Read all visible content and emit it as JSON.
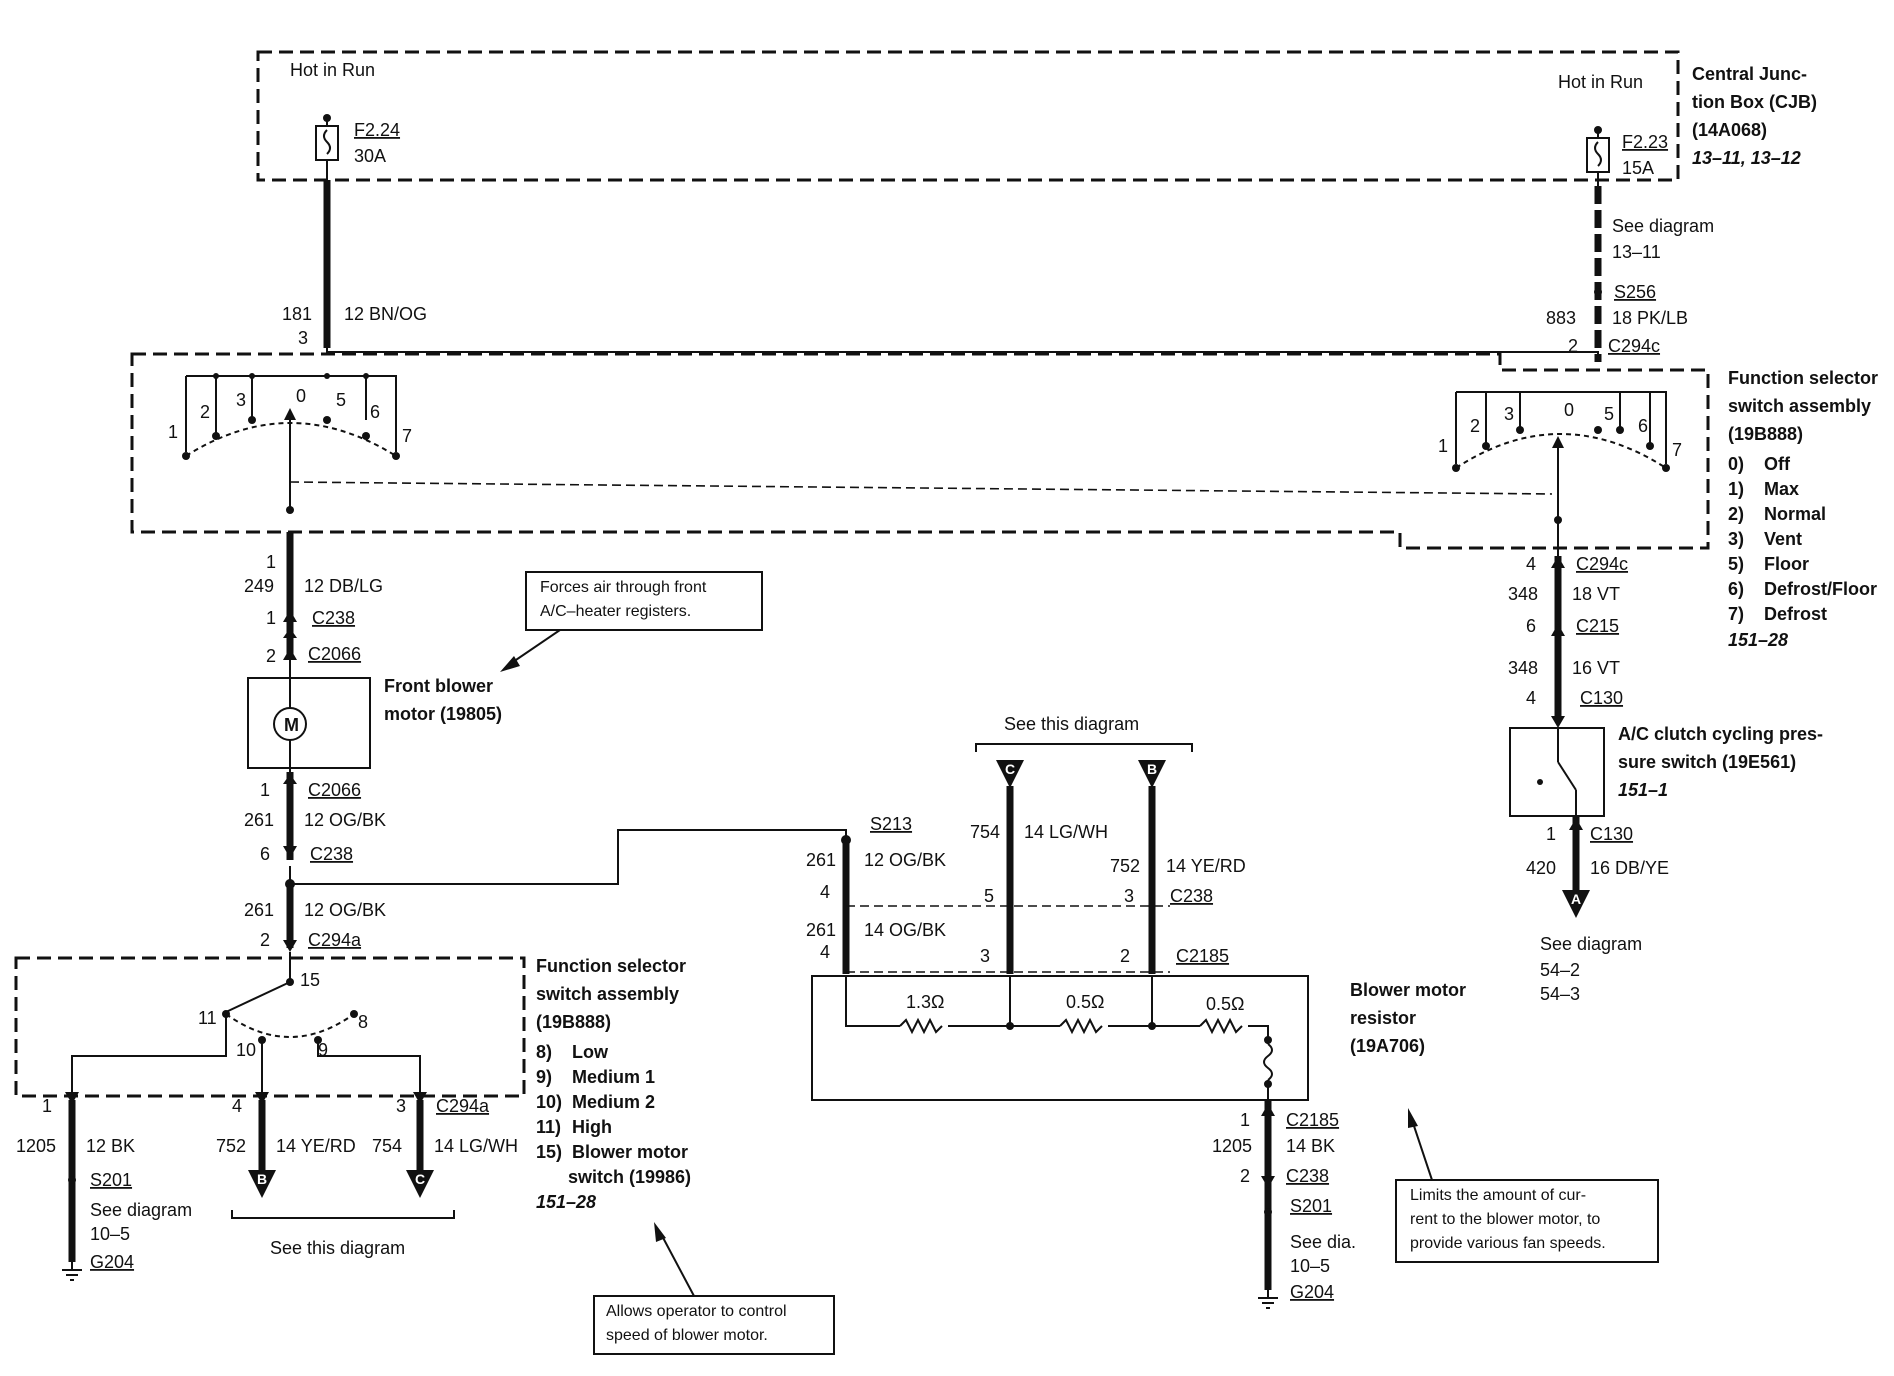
{
  "cjb": {
    "hot_left": "Hot in Run",
    "hot_right": "Hot in Run",
    "fuse_left_id": "F2.24",
    "fuse_left_rating": "30A",
    "fuse_right_id": "F2.23",
    "fuse_right_rating": "15A",
    "title_1": "Central Junc-",
    "title_2": "tion Box (CJB)",
    "part": "(14A068)",
    "refs": "13–11, 13–12"
  },
  "left_feed": {
    "circuit": "181",
    "pin": "3",
    "wire": "12 BN/OG"
  },
  "right_feed": {
    "see_1": "See diagram",
    "see_2": "13–11",
    "splice": "S256",
    "circuit": "883",
    "wire": "18 PK/LB",
    "pin": "2",
    "connector": "C294c"
  },
  "fss_upper": {
    "title_1": "Function selector",
    "title_2": "switch assembly",
    "part": "(19B888)",
    "modes": [
      {
        "num": "0)",
        "label": "Off"
      },
      {
        "num": "1)",
        "label": "Max"
      },
      {
        "num": "2)",
        "label": "Normal"
      },
      {
        "num": "3)",
        "label": "Vent"
      },
      {
        "num": "5)",
        "label": "Floor"
      },
      {
        "num": "6)",
        "label": "Defrost/Floor"
      },
      {
        "num": "7)",
        "label": "Defrost"
      }
    ],
    "ref": "151–28",
    "positions": [
      "1",
      "2",
      "3",
      "0",
      "5",
      "6",
      "7"
    ]
  },
  "left_chain": {
    "p1": "1",
    "c249": "249",
    "w249": "12 DB/LG",
    "p1b": "1",
    "c238a": "C238",
    "p2": "2",
    "c2066a": "C2066",
    "motor_symbol": "M",
    "motor_1": "Front blower",
    "motor_2": "motor (19805)",
    "p1c": "1",
    "c2066b": "C2066",
    "c261a": "261",
    "w261a": "12 OG/BK",
    "p6": "6",
    "c238b": "C238",
    "c261b": "261",
    "w261b": "12 OG/BK",
    "p2b": "2",
    "c294a": "C294a"
  },
  "note_forces": {
    "line_1": "Forces air through front",
    "line_2": "A/C–heater registers."
  },
  "right_chain": {
    "p4": "4",
    "c294c": "C294c",
    "c348a": "348",
    "w348a": "18 VT",
    "p6": "6",
    "c215": "C215",
    "c348b": "348",
    "w348b": "16 VT",
    "p4b": "4",
    "c130a": "C130",
    "switch_1": "A/C clutch cycling pres-",
    "switch_2": "sure switch (19E561)",
    "switch_ref": "151–1",
    "p1": "1",
    "c130b": "C130",
    "c420": "420",
    "w420": "16 DB/YE",
    "arrow": "A",
    "see_1": "See diagram",
    "see_2": "54–2",
    "see_3": "54–3"
  },
  "fss_lower": {
    "title_1": "Function selector",
    "title_2": "switch assembly",
    "part": "(19B888)",
    "modes": [
      {
        "num": "8)",
        "label": "Low"
      },
      {
        "num": "9)",
        "label": "Medium 1"
      },
      {
        "num": "10)",
        "label": "Medium 2"
      },
      {
        "num": "11)",
        "label": "High"
      },
      {
        "num": "15)",
        "label": "Blower motor"
      }
    ],
    "mode_cont": "switch (19986)",
    "ref": "151–28",
    "pos15": "15",
    "pos11": "11",
    "pos10": "10",
    "pos9": "9",
    "pos8": "8",
    "pin1": "1",
    "pin4": "4",
    "pin3": "3",
    "conn": "C294a",
    "c1205": "1205",
    "w1205": "12 BK",
    "c752": "752",
    "w752": "14 YE/RD",
    "c754": "754",
    "w754": "14 LG/WH",
    "splice": "S201",
    "see_1": "See diagram",
    "see_2": "10–5",
    "ground": "G204",
    "arrow_b": "B",
    "arrow_c": "C",
    "see_this": "See this diagram"
  },
  "note_allows": {
    "line_1": "Allows operator to control",
    "line_2": "speed of blower motor."
  },
  "middle": {
    "see_this": "See this diagram",
    "arrow_c": "C",
    "arrow_b": "B",
    "c754": "754",
    "w754": "14 LG/WH",
    "c752": "752",
    "w752": "14 YE/RD",
    "splice": "S213",
    "c261": "261",
    "w261": "12 OG/BK",
    "p4": "4",
    "p5": "5",
    "p3": "3",
    "c238": "C238",
    "c261b": "261",
    "w261b": "14 OG/BK",
    "p4b": "4",
    "p3b": "3",
    "p2b": "2",
    "c2185": "C2185"
  },
  "resistor": {
    "r1": "1.3Ω",
    "r2": "0.5Ω",
    "r3": "0.5Ω",
    "title_1": "Blower motor",
    "title_2": "resistor",
    "part": "(19A706)",
    "p1": "1",
    "c2185": "C2185",
    "c1205": "1205",
    "w1205": "14 BK",
    "p2": "2",
    "c238": "C238",
    "splice": "S201",
    "see_1": "See dia.",
    "see_2": "10–5",
    "ground": "G204"
  },
  "note_limits": {
    "line_1": "Limits the amount of cur-",
    "line_2": "rent to the blower motor, to",
    "line_3": "provide various fan speeds."
  }
}
